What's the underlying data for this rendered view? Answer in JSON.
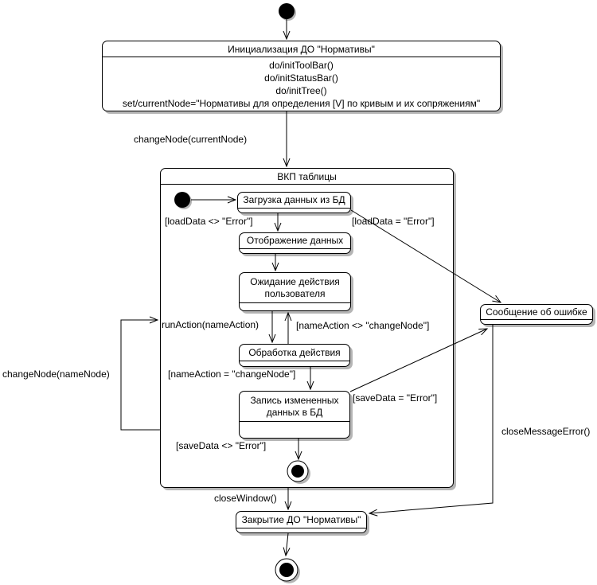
{
  "diagram_title": "UML state diagram",
  "colors": {
    "line": "#000000",
    "shadow": "#b5b5b5",
    "background": "#ffffff"
  },
  "states": {
    "init": {
      "title": "Инициализация ДО \"Нормативы\"",
      "actions": [
        "do/initToolBar()",
        "do/initStatusBar()",
        "do/initTree()",
        "set/currentNode=\"Нормативы для определения [V] по кривым и их сопряжениям\""
      ]
    },
    "vkp": {
      "title": "ВКП таблицы"
    },
    "load": {
      "title": "Загрузка данных из БД"
    },
    "display": {
      "title": "Отображение данных"
    },
    "wait": {
      "line1": "Ожидание действия",
      "line2": "пользователя"
    },
    "process": {
      "title": "Обработка действия"
    },
    "save": {
      "line1": "Запись измененных",
      "line2": "данных в БД"
    },
    "error_msg": {
      "title": "Сообщение об ошибке"
    },
    "close": {
      "title": "Закрытие ДО \"Нормативы\""
    }
  },
  "transitions": {
    "change_current": "changeNode(currentNode)",
    "load_ok": "[loadData <> \"Error\"]",
    "load_err": "[loadData = \"Error\"]",
    "run_action": "runAction(nameAction)",
    "action_other": "[nameAction <> \"changeNode\"]",
    "action_change": "[nameAction = \"changeNode\"]",
    "save_err": "[saveData = \"Error\"]",
    "save_ok": "[saveData <> \"Error\"]",
    "change_node": "changeNode(nameNode)",
    "close_window": "closeWindow()",
    "close_error": "closeMessageError()"
  }
}
